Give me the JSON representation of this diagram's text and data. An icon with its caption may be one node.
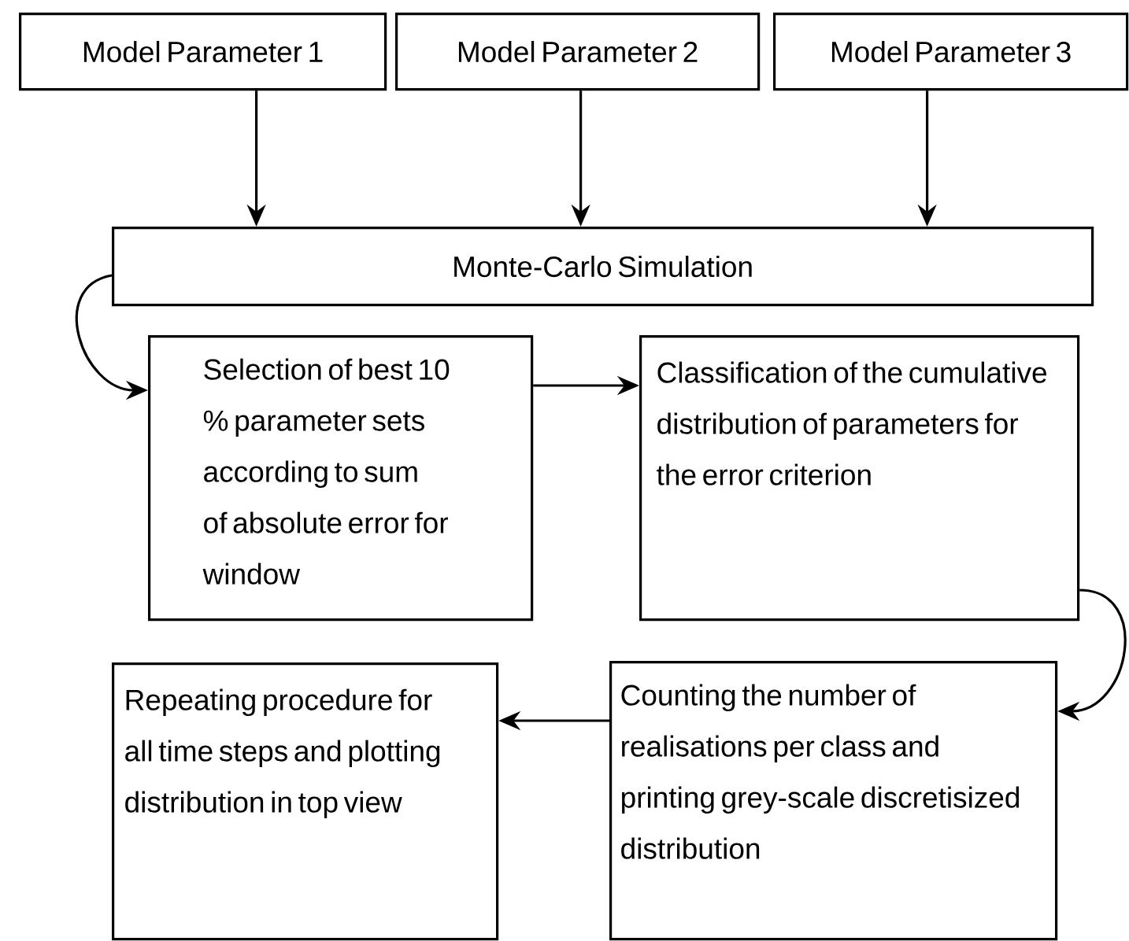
{
  "diagram": {
    "nodes": [
      {
        "text": [
          "Model Parameter 1"
        ]
      },
      {
        "text": [
          "Model Parameter 2"
        ]
      },
      {
        "text": [
          "Model Parameter 3"
        ]
      },
      {
        "text": [
          "Monte-Carlo Simulation"
        ]
      },
      {
        "text": [
          "Selection of best 10 % parameter sets according to sum of absolute error for window"
        ]
      },
      {
        "text": [
          "Classification of the cumulative distribution of parameters for the error criterion"
        ]
      },
      {
        "text": [
          "Repeating procedure for all time steps and plotting distribution in top view"
        ]
      },
      {
        "text": [
          "Counting the number of realisations per class and printing grey-scale discretisized distribution"
        ]
      }
    ],
    "edges": [
      {
        "from": 0,
        "to": 3,
        "arrow": "to"
      },
      {
        "from": 1,
        "to": 3,
        "arrow": "to"
      },
      {
        "from": 2,
        "to": 3,
        "arrow": "to"
      },
      {
        "from": 3,
        "to": 4,
        "arrow": "to"
      },
      {
        "from": 4,
        "to": 5,
        "arrow": "to"
      },
      {
        "from": 5,
        "to": 7,
        "arrow": "to"
      },
      {
        "from": 7,
        "to": 6,
        "arrow": "to"
      }
    ]
  }
}
